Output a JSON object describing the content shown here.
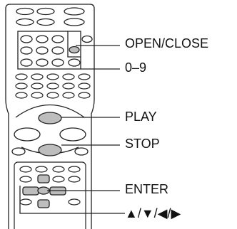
{
  "labels": {
    "open_close": "OPEN/CLOSE",
    "digits": "0–9",
    "play": "PLAY",
    "stop": "STOP",
    "enter": "ENTER",
    "arrows": "▲/▼/◀/▶"
  },
  "colors": {
    "outline": "#222222",
    "highlight_fill": "#bdbdbd",
    "remote_fill": "#ffffff"
  }
}
